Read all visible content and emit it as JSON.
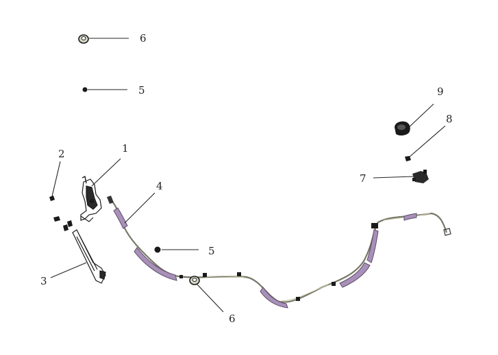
{
  "diagram": {
    "callouts": [
      {
        "id": "c6a",
        "label": "6",
        "part": "nut"
      },
      {
        "id": "c5a",
        "label": "5",
        "part": "grommet"
      },
      {
        "id": "c9",
        "label": "9",
        "part": "clip-housing"
      },
      {
        "id": "c8",
        "label": "8",
        "part": "small-clip"
      },
      {
        "id": "c1",
        "label": "1",
        "part": "lever-assembly"
      },
      {
        "id": "c2",
        "label": "2",
        "part": "bolt"
      },
      {
        "id": "c7",
        "label": "7",
        "part": "bracket"
      },
      {
        "id": "c4",
        "label": "4",
        "part": "cable"
      },
      {
        "id": "c5b",
        "label": "5",
        "part": "grommet"
      },
      {
        "id": "c3",
        "label": "3",
        "part": "mounting-plate"
      },
      {
        "id": "c6b",
        "label": "6",
        "part": "nut"
      }
    ],
    "colors": {
      "line": "#222222",
      "sleeve": "#a890b8",
      "sleeve_dark": "#5a4a68",
      "part": "#1a1a1a",
      "cable": "#8a8a7a"
    }
  }
}
